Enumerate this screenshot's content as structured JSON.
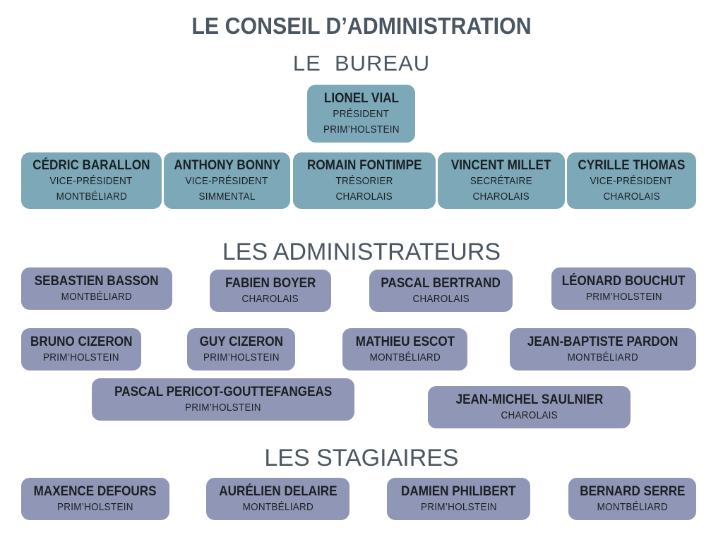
{
  "titles": {
    "main": "LE CONSEIL D’ADMINISTRATION",
    "bureau": "LE  BUREAU",
    "administrateurs": "LES ADMINISTRATEURS",
    "stagiaires": "LES STAGIAIRES"
  },
  "colors": {
    "bureau": "#7ca8b8",
    "members": "#9096b5",
    "title": "#4b5663"
  },
  "president": {
    "name": "LIONEL VIAL",
    "role": "PRÉSIDENT",
    "breed": "PRIM’HOLSTEIN"
  },
  "bureau": [
    {
      "name": "CÉDRIC BARALLON",
      "role": "VICE-PRÉSIDENT",
      "breed": "MONTBÉLIARD"
    },
    {
      "name": "ANTHONY BONNY",
      "role": "VICE-PRÉSIDENT",
      "breed": "SIMMENTAL"
    },
    {
      "name": "ROMAIN FONTIMPE",
      "role": "TRÉSORIER",
      "breed": "CHAROLAIS"
    },
    {
      "name": "VINCENT MILLET",
      "role": "SECRÉTAIRE",
      "breed": "CHAROLAIS"
    },
    {
      "name": "CYRILLE THOMAS",
      "role": "VICE-PRÉSIDENT",
      "breed": "CHAROLAIS"
    }
  ],
  "administrateurs": [
    {
      "name": "SEBASTIEN BASSON",
      "breed": "MONTBÉLIARD"
    },
    {
      "name": "FABIEN BOYER",
      "breed": "CHAROLAIS"
    },
    {
      "name": "PASCAL BERTRAND",
      "breed": "CHAROLAIS"
    },
    {
      "name": "LÉONARD BOUCHUT",
      "breed": "PRIM’HOLSTEIN"
    },
    {
      "name": "BRUNO CIZERON",
      "breed": "PRIM’HOLSTEIN"
    },
    {
      "name": "GUY CIZERON",
      "breed": "PRIM’HOLSTEIN"
    },
    {
      "name": "MATHIEU ESCOT",
      "breed": "MONTBÉLIARD"
    },
    {
      "name": "JEAN-BAPTISTE PARDON",
      "breed": "MONTBÉLIARD"
    },
    {
      "name": "PASCAL PERICOT-GOUTTEFANGEAS",
      "breed": "PRIM’HOLSTEIN"
    },
    {
      "name": "JEAN-MICHEL SAULNIER",
      "breed": "CHAROLAIS"
    }
  ],
  "stagiaires": [
    {
      "name": "MAXENCE DEFOURS",
      "breed": "PRIM’HOLSTEIN"
    },
    {
      "name": "AURÉLIEN DELAIRE",
      "breed": "MONTBÉLIARD"
    },
    {
      "name": "DAMIEN PHILIBERT",
      "breed": "PRIM’HOLSTEIN"
    },
    {
      "name": "BERNARD SERRE",
      "breed": "MONTBÉLIARD"
    }
  ]
}
